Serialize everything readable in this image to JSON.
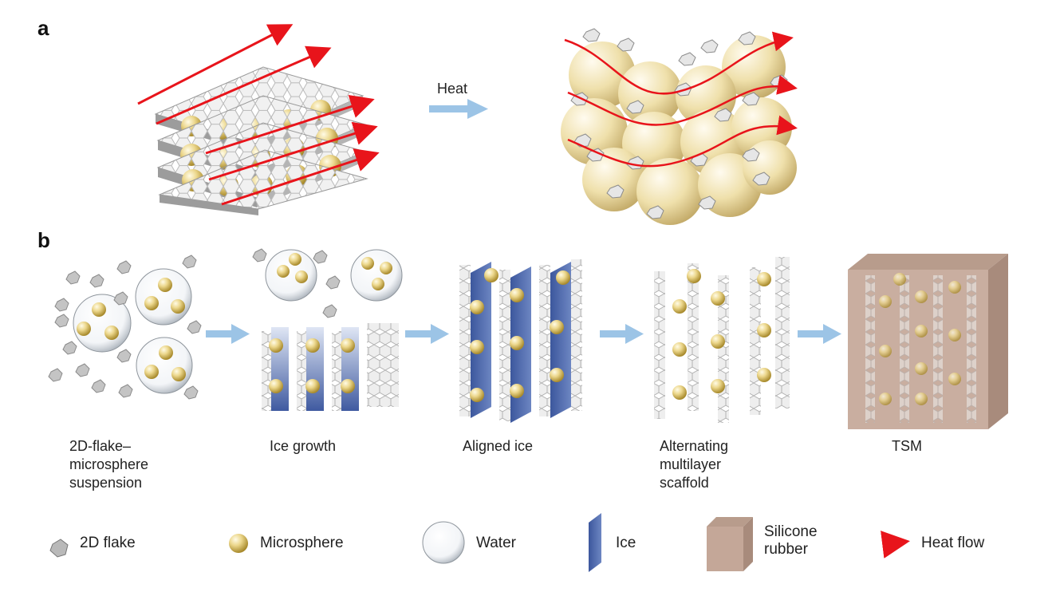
{
  "panels": {
    "a": {
      "label": "a",
      "arrow_label": "Heat"
    },
    "b": {
      "label": "b",
      "steps": [
        {
          "label": "2D-flake–\nmicrosphere\nsuspension"
        },
        {
          "label": "Ice growth"
        },
        {
          "label": "Aligned ice"
        },
        {
          "label": "Alternating\nmultilayer\nscaffold"
        },
        {
          "label": "TSM"
        }
      ]
    }
  },
  "legend": [
    {
      "label": "2D flake",
      "icon": "hexagon-flake-icon"
    },
    {
      "label": "Microsphere",
      "icon": "gold-sphere-icon"
    },
    {
      "label": "Water",
      "icon": "water-bubble-icon"
    },
    {
      "label": "Ice",
      "icon": "blue-ice-slab-icon"
    },
    {
      "label": "Silicone\nrubber",
      "icon": "rubber-cube-icon"
    },
    {
      "label": "Heat flow",
      "icon": "red-curved-arrow-icon"
    }
  ],
  "colors": {
    "flake": "#c9c9c9",
    "flake_dark": "#8f8f8f",
    "sphere": "#e6cf7c",
    "ice": "#4a64a6",
    "rubber": "#c4a798",
    "heat_flow": "#e8141b",
    "process_arrow": "#9cc4e6"
  }
}
